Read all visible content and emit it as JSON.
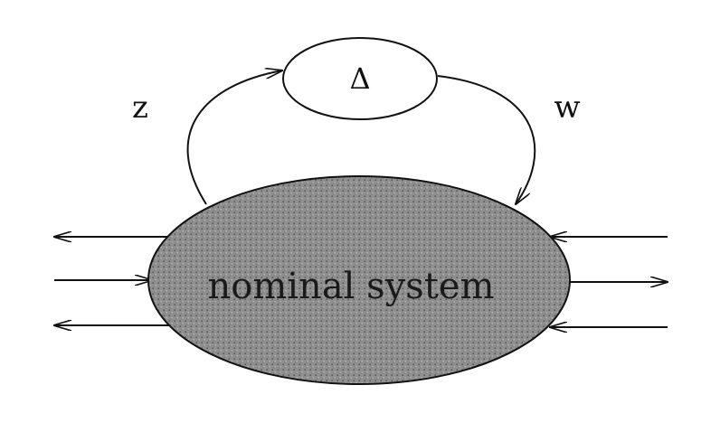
{
  "blocks": {
    "uncertainty": {
      "label": "Δ"
    },
    "plant": {
      "label": "nominal system"
    }
  },
  "signals": {
    "z": "z",
    "w": "w"
  },
  "colors": {
    "ink": "#111111",
    "plant_fill": "#8f8f8f",
    "background": "#ffffff"
  }
}
